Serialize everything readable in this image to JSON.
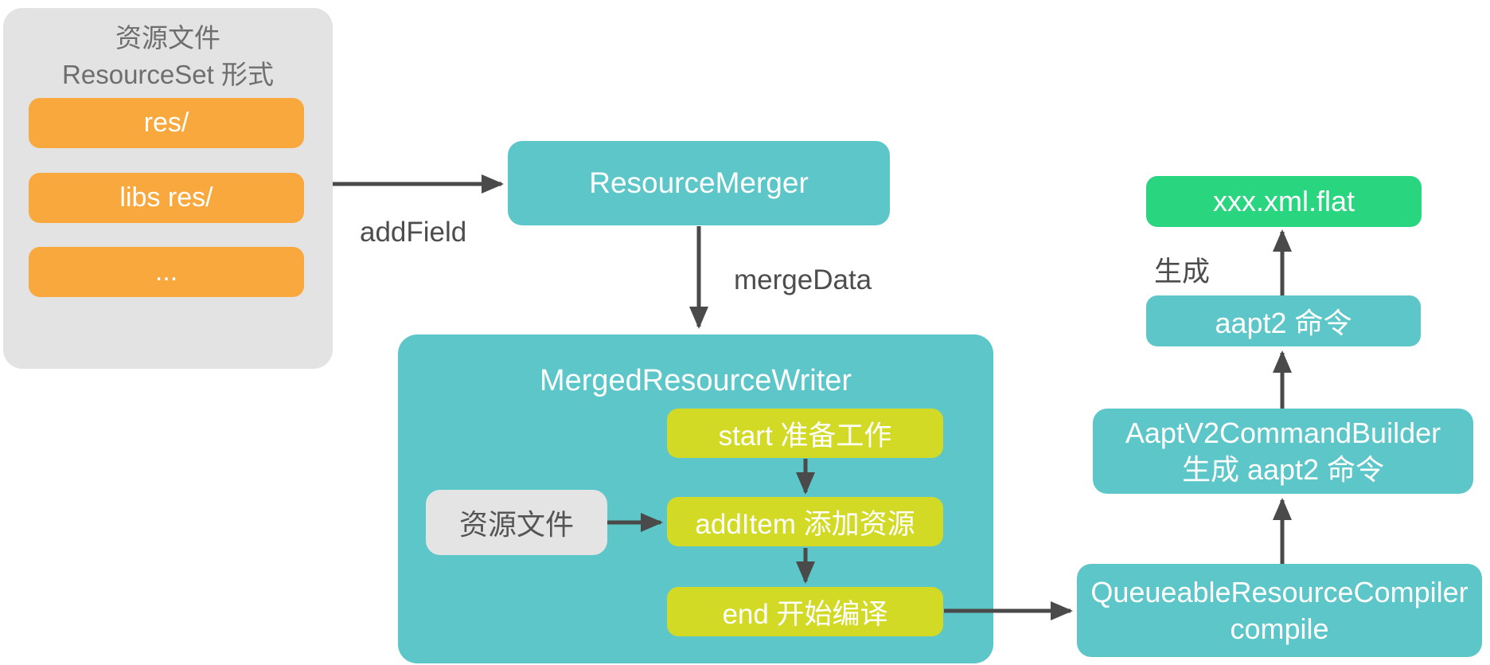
{
  "colors": {
    "teal": "#5cc6c8",
    "yellow": "#d2da26",
    "green": "#29d57e",
    "orange": "#f8a83c",
    "gray_panel": "#e3e3e3",
    "gray_input": "#e4e4e4",
    "arrow": "#4a4a4a",
    "label_text": "#4d4d4d",
    "title_text": "#6e6e6e",
    "input_text": "#555555"
  },
  "resource_set_panel": {
    "title_line1": "资源文件",
    "title_line2": "ResourceSet 形式",
    "items": [
      {
        "label": "res/"
      },
      {
        "label": "libs res/"
      },
      {
        "label": "..."
      }
    ]
  },
  "nodes": {
    "resource_merger": {
      "label": "ResourceMerger"
    },
    "merged_resource_writer": {
      "title": "MergedResourceWriter",
      "steps": [
        {
          "label": "start 准备工作"
        },
        {
          "label": "addItem 添加资源"
        },
        {
          "label": "end 开始编译"
        }
      ],
      "input": {
        "label": "资源文件"
      }
    },
    "queueable_resource_compiler": {
      "line1": "QueueableResourceCompiler",
      "line2": "compile"
    },
    "aapt_v2_command_builder": {
      "line1": "AaptV2CommandBuilder",
      "line2": "生成 aapt2 命令"
    },
    "aapt2_command": {
      "label": "aapt2 命令"
    },
    "flat_output": {
      "label": "xxx.xml.flat"
    }
  },
  "edge_labels": {
    "add_field": "addField",
    "merge_data": "mergeData",
    "generate": "生成"
  }
}
